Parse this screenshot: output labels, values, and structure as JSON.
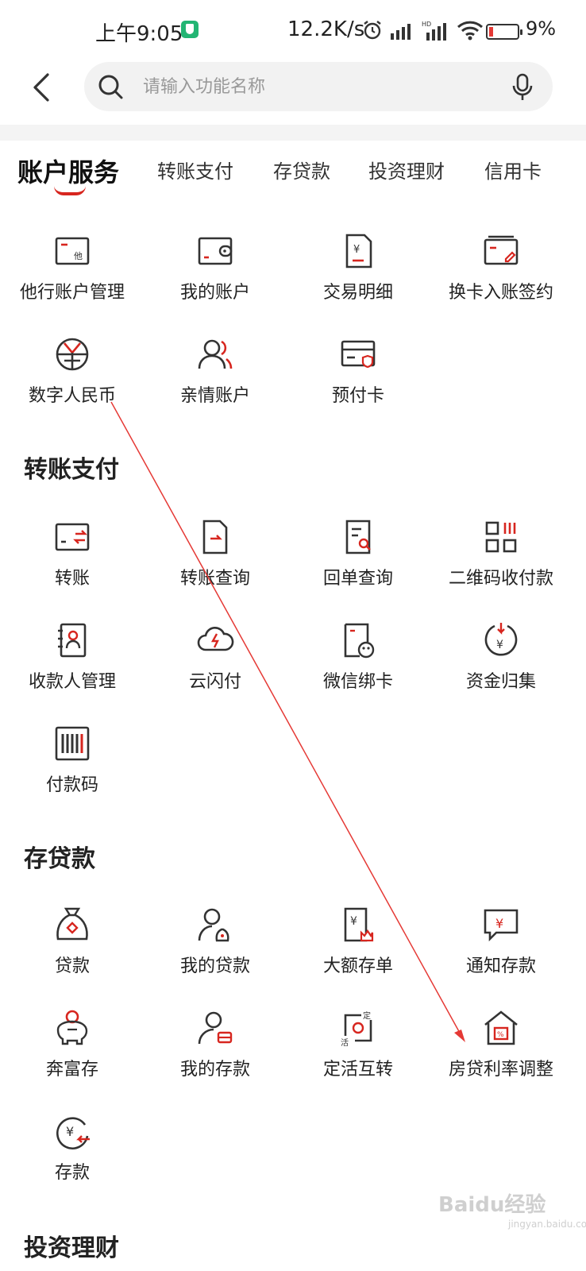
{
  "status_bar": {
    "time": "上午9:05",
    "network_speed": "12.2K/s",
    "battery": "9%"
  },
  "header": {
    "search_placeholder": "请输入功能名称"
  },
  "tabs": [
    {
      "label": "账户服务",
      "active": true
    },
    {
      "label": "转账支付",
      "active": false
    },
    {
      "label": "存贷款",
      "active": false
    },
    {
      "label": "投资理财",
      "active": false
    },
    {
      "label": "信用卡",
      "active": false
    }
  ],
  "sections": {
    "account": {
      "items": [
        {
          "label": "他行账户管理",
          "icon": "other-bank-card-icon"
        },
        {
          "label": "我的账户",
          "icon": "wallet-icon"
        },
        {
          "label": "交易明细",
          "icon": "receipt-yen-icon"
        },
        {
          "label": "换卡入账签约",
          "icon": "card-edit-icon"
        },
        {
          "label": "数字人民币",
          "icon": "digital-yuan-icon"
        },
        {
          "label": "亲情账户",
          "icon": "family-users-icon"
        },
        {
          "label": "预付卡",
          "icon": "prepaid-card-icon"
        }
      ]
    },
    "transfer": {
      "title": "转账支付",
      "items": [
        {
          "label": "转账",
          "icon": "transfer-icon"
        },
        {
          "label": "转账查询",
          "icon": "transfer-query-icon"
        },
        {
          "label": "回单查询",
          "icon": "receipt-search-icon"
        },
        {
          "label": "二维码收付款",
          "icon": "qr-code-icon"
        },
        {
          "label": "收款人管理",
          "icon": "payee-book-icon"
        },
        {
          "label": "云闪付",
          "icon": "cloud-flash-icon"
        },
        {
          "label": "微信绑卡",
          "icon": "wechat-card-icon"
        },
        {
          "label": "资金归集",
          "icon": "fund-collect-icon"
        },
        {
          "label": "付款码",
          "icon": "barcode-icon"
        }
      ]
    },
    "deposit_loan": {
      "title": "存贷款",
      "items": [
        {
          "label": "贷款",
          "icon": "money-bag-icon"
        },
        {
          "label": "我的贷款",
          "icon": "user-loan-icon"
        },
        {
          "label": "大额存单",
          "icon": "large-deposit-icon"
        },
        {
          "label": "通知存款",
          "icon": "notice-deposit-icon"
        },
        {
          "label": "奔富存",
          "icon": "piggy-bank-icon"
        },
        {
          "label": "我的存款",
          "icon": "user-deposit-icon"
        },
        {
          "label": "定活互转",
          "icon": "fixed-current-swap-icon"
        },
        {
          "label": "房贷利率调整",
          "icon": "house-rate-icon"
        },
        {
          "label": "存款",
          "icon": "deposit-yen-icon"
        }
      ]
    },
    "investment": {
      "title": "投资理财"
    }
  },
  "watermark": {
    "text": "Baidu经验",
    "sub": "jingyan.baidu.com"
  },
  "colors": {
    "accent": "#d7261f",
    "text": "#222222",
    "icon_stroke": "#333333"
  }
}
